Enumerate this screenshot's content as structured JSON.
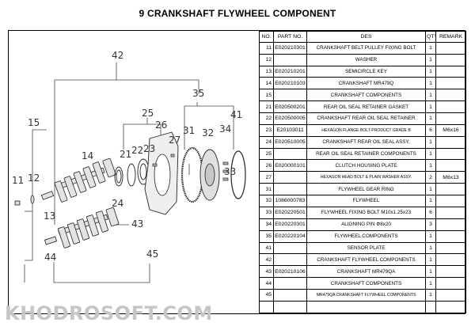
{
  "title": "9 CRANKSHAFT FLYWHEEL COMPONENT",
  "table": {
    "headers": {
      "no": "NO.",
      "part_no": "PART NO.",
      "des": "DES",
      "qty": "QTY",
      "remark": "REMARK"
    },
    "rows": [
      {
        "no": "11",
        "part_no": "E020210301",
        "des": "CRANKSHAFT BELT PULLEY FIXING BOLT",
        "qty": "1",
        "remark": ""
      },
      {
        "no": "12",
        "part_no": "",
        "des": "WASHER",
        "qty": "1",
        "remark": ""
      },
      {
        "no": "13",
        "part_no": "E020210201",
        "des": "SEMICIRCLE KEY",
        "qty": "1",
        "remark": ""
      },
      {
        "no": "14",
        "part_no": "E020210103",
        "des": "CRANKSHAFT MR479Q",
        "qty": "1",
        "remark": ""
      },
      {
        "no": "15",
        "part_no": "",
        "des": "CRANKSHAFT COMPONENTS",
        "qty": "1",
        "remark": ""
      },
      {
        "no": "21",
        "part_no": "E020500201",
        "des": "REAR OIL SEAL RETAINER GASKET",
        "qty": "1",
        "remark": ""
      },
      {
        "no": "22",
        "part_no": "E020500005",
        "des": "CRANKSHAFT REAR OIL SEAL RETAINER",
        "qty": "1",
        "remark": ""
      },
      {
        "no": "23",
        "part_no": "E20103011",
        "des": "HEXAGON FLANGE BOLT-PRODUCT GRADE B",
        "qty": "6",
        "remark": "M6x16"
      },
      {
        "no": "24",
        "part_no": "E020510005",
        "des": "CRANKSHAFT REAR OIL SEAL ASSY.",
        "qty": "1",
        "remark": ""
      },
      {
        "no": "25",
        "part_no": "",
        "des": "REAR OIL SEAL RETAINER COMPONENTS",
        "qty": "1",
        "remark": ""
      },
      {
        "no": "26",
        "part_no": "E020000101",
        "des": "CLUTCH HOUSING PLATE",
        "qty": "1",
        "remark": ""
      },
      {
        "no": "27",
        "part_no": "",
        "des": "HEXAGON HEAD BOLT & PLAIN WASHER ASSY.",
        "qty": "2",
        "remark": "M6x13"
      },
      {
        "no": "31",
        "part_no": "",
        "des": "FLYWHEEL GEAR RING",
        "qty": "1",
        "remark": ""
      },
      {
        "no": "32",
        "part_no": "1086000783",
        "des": "FLYWHEEL",
        "qty": "1",
        "remark": ""
      },
      {
        "no": "33",
        "part_no": "E020220501",
        "des": "FLYWHEEL FIXING BOLT M10x1.25x23",
        "qty": "6",
        "remark": ""
      },
      {
        "no": "34",
        "part_no": "E020220301",
        "des": "ALIGNING PIN Φ8x20",
        "qty": "3",
        "remark": ""
      },
      {
        "no": "35",
        "part_no": "E020220104",
        "des": "FLYWHEEL COMPONENTS",
        "qty": "1",
        "remark": ""
      },
      {
        "no": "41",
        "part_no": "",
        "des": "SENSOR PLATE",
        "qty": "1",
        "remark": ""
      },
      {
        "no": "42",
        "part_no": "",
        "des": "CRANKSHAFT FLYWHEEL COMPONENTS",
        "qty": "1",
        "remark": ""
      },
      {
        "no": "43",
        "part_no": "E020210106",
        "des": "CRANKSHAFT MR479QA",
        "qty": "1",
        "remark": ""
      },
      {
        "no": "44",
        "part_no": "",
        "des": "CRANKSHAFT COMPONENTS",
        "qty": "1",
        "remark": ""
      },
      {
        "no": "45",
        "part_no": "",
        "des": "MR479QA CRANKSHAFT FLYWHEEL COMPONENTS",
        "qty": "1",
        "remark": ""
      },
      {
        "no": "",
        "part_no": "",
        "des": "",
        "qty": "",
        "remark": ""
      }
    ]
  },
  "diagram": {
    "callouts": [
      "42",
      "35",
      "15",
      "25",
      "26",
      "41",
      "14",
      "21",
      "22",
      "23",
      "27",
      "31",
      "32",
      "34",
      "33",
      "11",
      "12",
      "13",
      "24",
      "43",
      "44",
      "45"
    ]
  },
  "watermark": "KHODROSOFT.COM"
}
